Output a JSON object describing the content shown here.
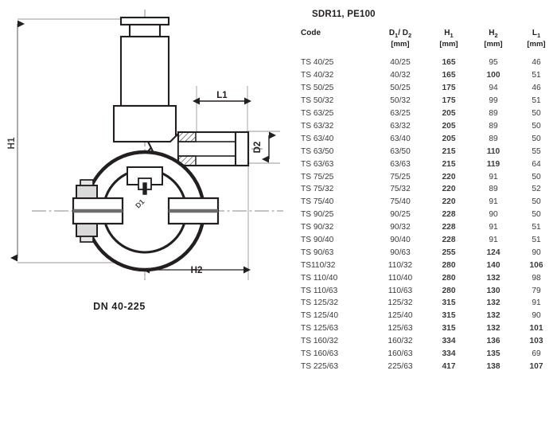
{
  "drawing": {
    "caption": "DN 40-225",
    "dimension_labels": {
      "h1": "H1",
      "h2": "H2",
      "l1": "L1",
      "d2": "D2",
      "d1": "D1"
    }
  },
  "table": {
    "title": "SDR11, PE100",
    "headers": {
      "code": "Code",
      "d1_d2": "D1/ D2",
      "h1": "H1",
      "h2": "H2",
      "l1": "L1",
      "unit": "[mm]"
    },
    "rows": [
      {
        "code": "TS 40/25",
        "d": "40/25",
        "h1": "165",
        "h2": "95",
        "l1": "46"
      },
      {
        "code": "TS 40/32",
        "d": "40/32",
        "h1": "165",
        "h2": "100",
        "l1": "51"
      },
      {
        "code": "TS 50/25",
        "d": "50/25",
        "h1": "175",
        "h2": "94",
        "l1": "46"
      },
      {
        "code": "TS 50/32",
        "d": "50/32",
        "h1": "175",
        "h2": "99",
        "l1": "51"
      },
      {
        "code": "TS 63/25",
        "d": "63/25",
        "h1": "205",
        "h2": "89",
        "l1": "50"
      },
      {
        "code": "TS 63/32",
        "d": "63/32",
        "h1": "205",
        "h2": "89",
        "l1": "50"
      },
      {
        "code": "TS 63/40",
        "d": "63/40",
        "h1": "205",
        "h2": "89",
        "l1": "50"
      },
      {
        "code": "TS 63/50",
        "d": "63/50",
        "h1": "215",
        "h2": "110",
        "l1": "55"
      },
      {
        "code": "TS 63/63",
        "d": "63/63",
        "h1": "215",
        "h2": "119",
        "l1": "64"
      },
      {
        "code": "TS 75/25",
        "d": "75/25",
        "h1": "220",
        "h2": "91",
        "l1": "50"
      },
      {
        "code": "TS 75/32",
        "d": "75/32",
        "h1": "220",
        "h2": "89",
        "l1": "52"
      },
      {
        "code": "TS 75/40",
        "d": "75/40",
        "h1": "220",
        "h2": "91",
        "l1": "50"
      },
      {
        "code": "TS 90/25",
        "d": "90/25",
        "h1": "228",
        "h2": "90",
        "l1": "50"
      },
      {
        "code": "TS 90/32",
        "d": "90/32",
        "h1": "228",
        "h2": "91",
        "l1": "51"
      },
      {
        "code": "TS 90/40",
        "d": "90/40",
        "h1": "228",
        "h2": "91",
        "l1": "51"
      },
      {
        "code": "TS 90/63",
        "d": "90/63",
        "h1": "255",
        "h2": "124",
        "l1": "90"
      },
      {
        "code": "TS110/32",
        "d": "110/32",
        "h1": "280",
        "h2": "140",
        "l1": "106"
      },
      {
        "code": "TS 110/40",
        "d": "110/40",
        "h1": "280",
        "h2": "132",
        "l1": "98"
      },
      {
        "code": "TS 110/63",
        "d": "110/63",
        "h1": "280",
        "h2": "130",
        "l1": "79"
      },
      {
        "code": "TS 125/32",
        "d": "125/32",
        "h1": "315",
        "h2": "132",
        "l1": "91"
      },
      {
        "code": "TS 125/40",
        "d": "125/40",
        "h1": "315",
        "h2": "132",
        "l1": "90"
      },
      {
        "code": "TS 125/63",
        "d": "125/63",
        "h1": "315",
        "h2": "132",
        "l1": "101"
      },
      {
        "code": "TS 160/32",
        "d": "160/32",
        "h1": "334",
        "h2": "136",
        "l1": "103"
      },
      {
        "code": "TS 160/63",
        "d": "160/63",
        "h1": "334",
        "h2": "135",
        "l1": "69"
      },
      {
        "code": "TS 225/63",
        "d": "225/63",
        "h1": "417",
        "h2": "138",
        "l1": "107"
      }
    ]
  }
}
